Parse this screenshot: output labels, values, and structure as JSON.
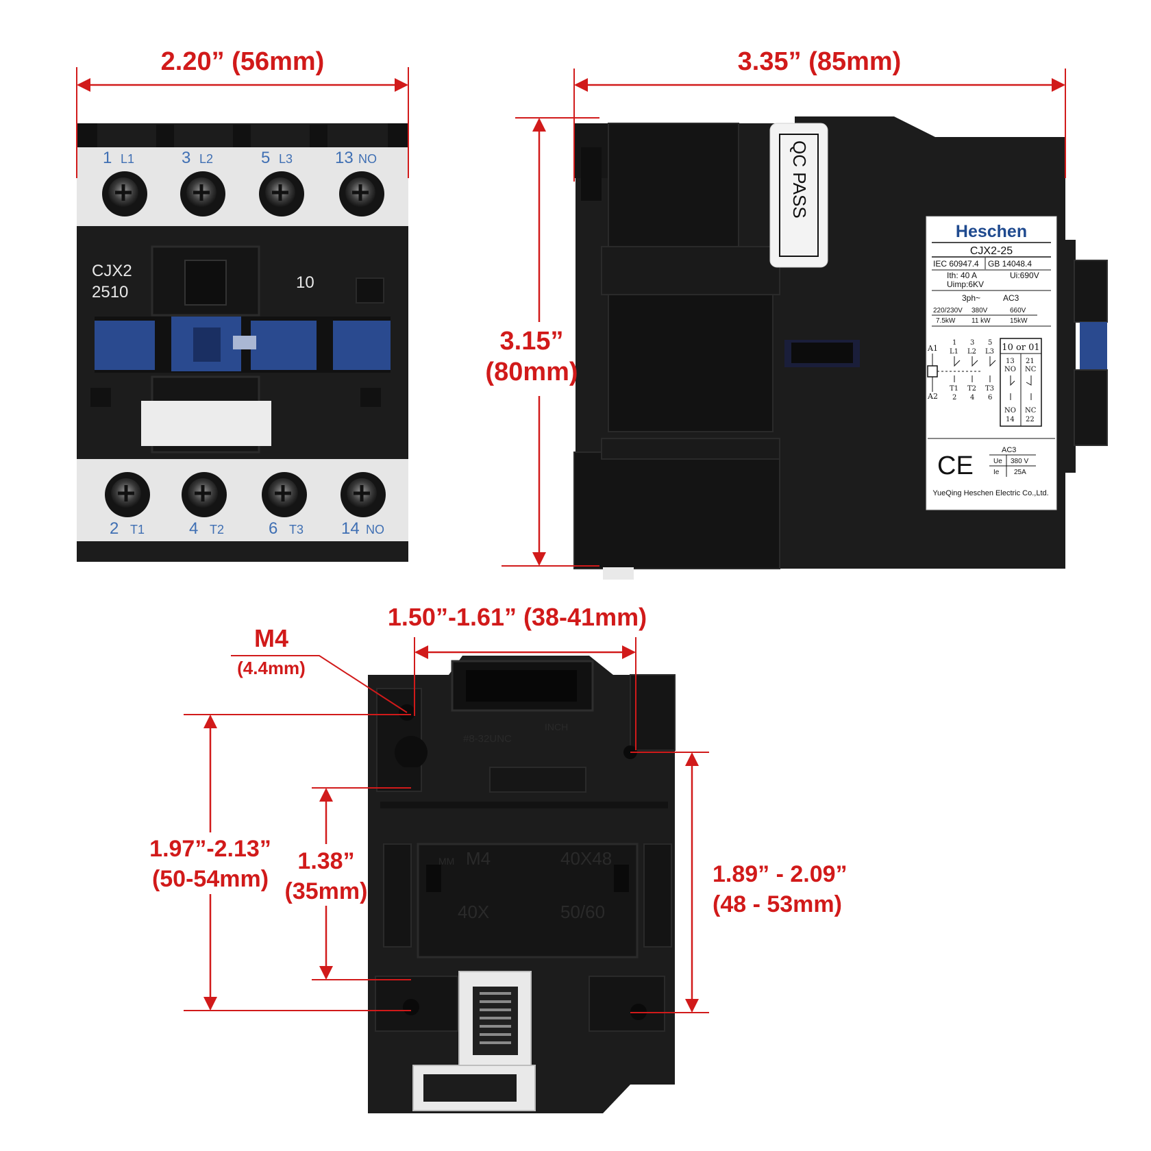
{
  "colors": {
    "dimension": "#d11a1a",
    "device_body": "#1c1c1c",
    "terminal_block": "#e6e6e6",
    "terminal_label": "#3f6fb3",
    "armature_blue": "#2a4a8f",
    "brand": "#1f4a8f"
  },
  "dimensions": {
    "front_width": "2.20” (56mm)",
    "side_width": "3.35” (85mm)",
    "side_height_in": "3.15”",
    "side_height_mm": "(80mm)",
    "hole_spacing": "1.50”-1.61” (38-41mm)",
    "screw": "M4",
    "screw_mm": "(4.4mm)",
    "left_span_in": "1.97”-2.13”",
    "left_span_mm": "(50-54mm)",
    "mid_span_in": "1.38”",
    "mid_span_mm": "(35mm)",
    "right_span_in": "1.89” - 2.09”",
    "right_span_mm": "(48 - 53mm)"
  },
  "front_view": {
    "top_terminals": [
      {
        "num": "1",
        "name": "L1"
      },
      {
        "num": "3",
        "name": "L2"
      },
      {
        "num": "5",
        "name": "L3"
      },
      {
        "num": "13",
        "name": "NO"
      }
    ],
    "bottom_terminals": [
      {
        "num": "2",
        "name": "T1"
      },
      {
        "num": "4",
        "name": "T2"
      },
      {
        "num": "6",
        "name": "T3"
      },
      {
        "num": "14",
        "name": "NO"
      }
    ],
    "model_line1": "CJX2",
    "model_line2": "2510",
    "aux_code": "10"
  },
  "side_view": {
    "qc_label": "QC  PASS",
    "label": {
      "brand": "Heschen",
      "model": "CJX2-25",
      "std1": "IEC 60947.4",
      "std2": "GB 14048.4",
      "ith": "Ith: 40 A",
      "ui": "Ui:690V",
      "uimp": "Uimp:6KV",
      "phase": "3ph~",
      "cat": "AC3",
      "v1": "220/230V",
      "v2": "380V",
      "v3": "660V",
      "p1": "7.5kW",
      "p2": "11 kW",
      "p3": "15kW",
      "a1": "A1",
      "a2": "A2",
      "poles_top": [
        "1",
        "3",
        "5"
      ],
      "poles_top_names": [
        "L1",
        "L2",
        "L3"
      ],
      "poles_bottom_names": [
        "T1",
        "T2",
        "T3"
      ],
      "poles_bottom": [
        "2",
        "4",
        "6"
      ],
      "aux_title": "10 or 01",
      "aux_13": "13",
      "aux_no_top": "NO",
      "aux_21": "21",
      "aux_nc_top": "NC",
      "aux_no_bot": "NO",
      "aux_14": "14",
      "aux_nc_bot": "NC",
      "aux_22": "22",
      "ce": "CE",
      "ac3": "AC3",
      "ue": "Ue",
      "ue_val": "380 V",
      "ie": "Ie",
      "ie_val": "25A",
      "maker": "YueQing Heschen Electric Co.,Ltd."
    }
  },
  "back_view": {
    "embossed": [
      "M4",
      "40X48",
      "40X",
      "50/60",
      "INCH",
      "#8-32UNC",
      "MM"
    ]
  }
}
